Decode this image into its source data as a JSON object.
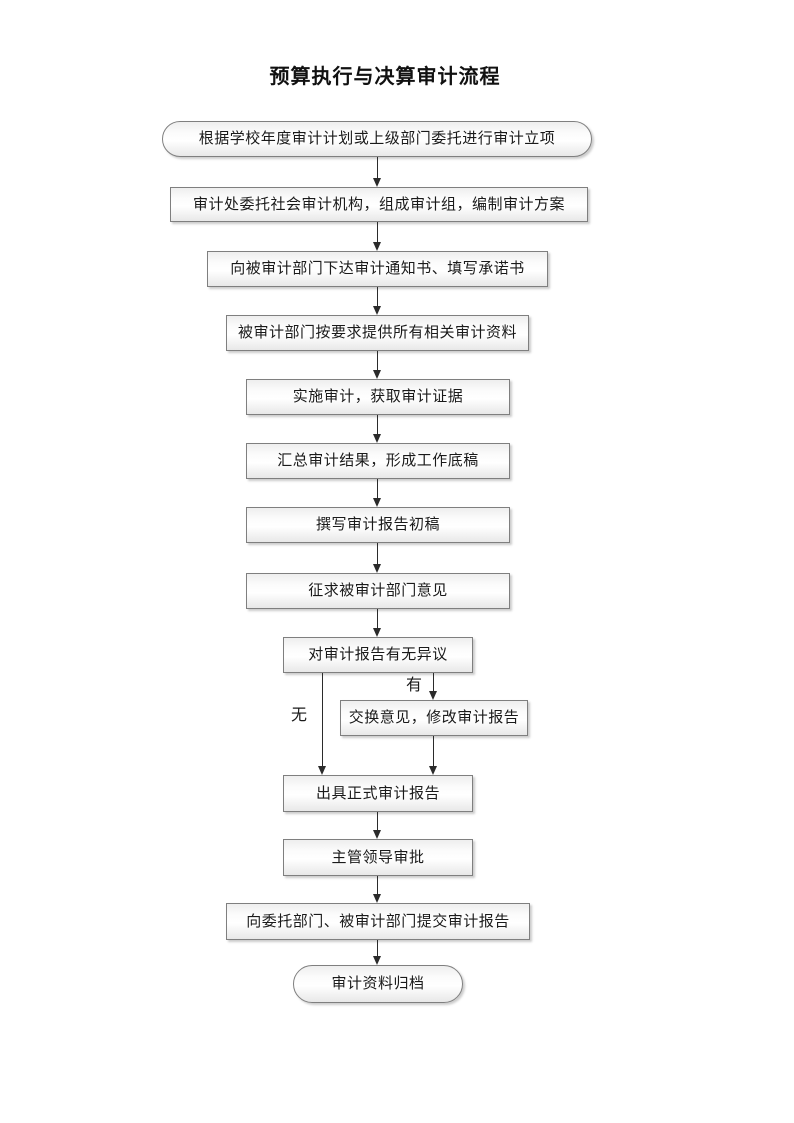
{
  "page": {
    "title": "预算执行与决算审计流程"
  },
  "flowchart": {
    "nodes": [
      {
        "id": "start",
        "shape": "stadium",
        "label": "根据学校年度审计计划或上级部门委托进行审计立项"
      },
      {
        "id": "form-team",
        "shape": "rect",
        "label": "审计处委托社会审计机构，组成审计组，编制审计方案"
      },
      {
        "id": "notify",
        "shape": "rect",
        "label": "向被审计部门下达审计通知书、填写承诺书"
      },
      {
        "id": "provide-material",
        "shape": "rect",
        "label": "被审计部门按要求提供所有相关审计资料"
      },
      {
        "id": "implement",
        "shape": "rect",
        "label": "实施审计，获取审计证据"
      },
      {
        "id": "summarize",
        "shape": "rect",
        "label": "汇总审计结果，形成工作底稿"
      },
      {
        "id": "draft-report",
        "shape": "rect",
        "label": "撰写审计报告初稿"
      },
      {
        "id": "solicit-opinion",
        "shape": "rect",
        "label": "征求被审计部门意见"
      },
      {
        "id": "decision",
        "shape": "rect",
        "label": "对审计报告有无异议"
      },
      {
        "id": "exchange",
        "shape": "rect",
        "label": "交换意见，修改审计报告"
      },
      {
        "id": "issue-report",
        "shape": "rect",
        "label": "出具正式审计报告"
      },
      {
        "id": "leader-approve",
        "shape": "rect",
        "label": "主管领导审批"
      },
      {
        "id": "submit-report",
        "shape": "rect",
        "label": "向委托部门、被审计部门提交审计报告"
      },
      {
        "id": "archive",
        "shape": "stadium",
        "label": "审计资料归档"
      }
    ],
    "branch_labels": {
      "yes": "有",
      "no": "无"
    },
    "colors": {
      "box_border": "#7f7f7f",
      "arrow": "#2b2b2b",
      "text": "#1a1a1a",
      "box_fill_top": "#eeeeee",
      "box_fill_bottom": "#e8e8e8"
    }
  }
}
